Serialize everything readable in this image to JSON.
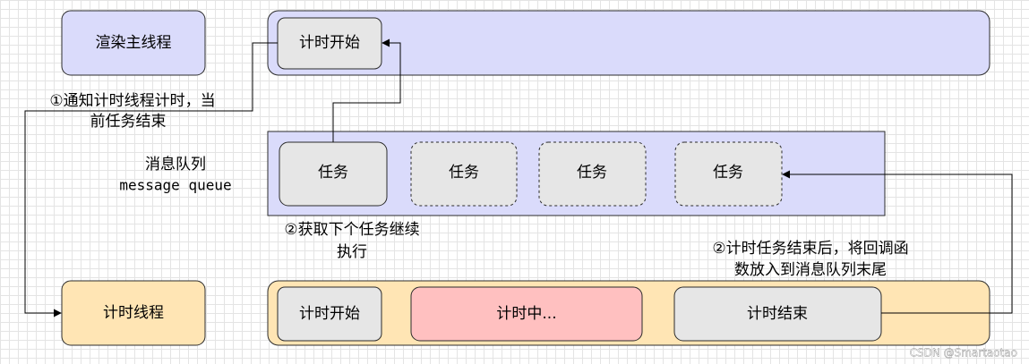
{
  "diagram": {
    "main_thread_label": "渲染主线程",
    "timer_thread_label": "计时线程",
    "main_timer_start": "计时开始",
    "queue_label_cn": "消息队列",
    "queue_label_en": "message queue",
    "queue_tasks": [
      "任务",
      "任务",
      "任务",
      "任务"
    ],
    "timer_start": "计时开始",
    "timer_running": "计时中...",
    "timer_end": "计时结束",
    "step1_line1": "①通知计时线程计时，当",
    "step1_line2": "前任务结束",
    "step2_line1": "②获取下个任务继续",
    "step2_line2": "执行",
    "step3_line1": "②计时任务结束后，将回调函",
    "step3_line2": "数放入到消息队列末尾",
    "watermark": "CSDN @Smartaotao"
  },
  "colors": {
    "purple_fill": "#dadbfb",
    "orange_fill": "#ffe5b4",
    "gray_fill": "#e6e6e6",
    "pink_fill": "#ffc0c0"
  }
}
